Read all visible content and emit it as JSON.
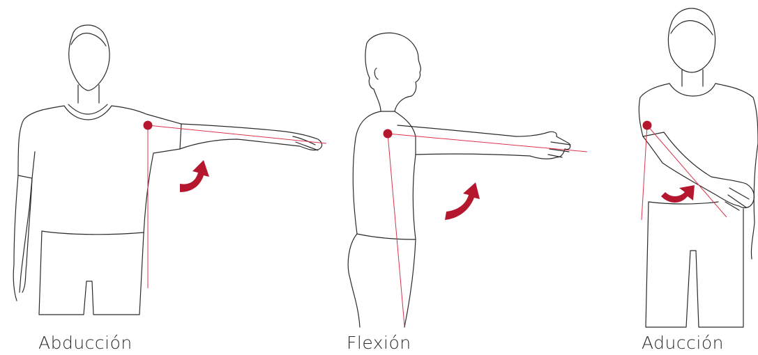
{
  "captions": {
    "abduction": "Abducción",
    "flexion": "Flexión",
    "adduction": "Aducción"
  },
  "colors": {
    "accent": "#b5172f",
    "reference_line": "#d8344a",
    "outline": "#2a2a2a",
    "caption_text": "#2b2b2b",
    "background": "#ffffff"
  },
  "icons": [
    "curved-arrow-icon",
    "joint-pivot-icon"
  ]
}
